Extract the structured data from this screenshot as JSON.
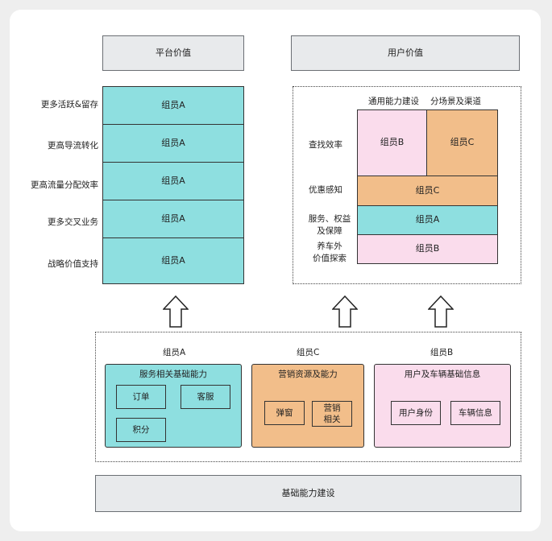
{
  "platform_header": "平台价值",
  "user_header": "用户价值",
  "platform": {
    "labels": [
      "更多活跃&留存",
      "更高导流转化",
      "更高流量分配效率",
      "更多交叉业务",
      "战略价值支持"
    ],
    "cells": [
      "组员A",
      "组员A",
      "组员A",
      "组员A",
      "组员A"
    ]
  },
  "user": {
    "col_headers": [
      "通用能力建设",
      "分场景及渠道"
    ],
    "row_labels": [
      "查找效率",
      "优惠感知",
      "服务、权益\n及保障",
      "养车外\n价值探索"
    ],
    "cell_b": "组员B",
    "cell_c": "组员C",
    "row2": "组员C",
    "row3": "组员A",
    "row4": "组员B"
  },
  "bottom": {
    "groups": [
      {
        "owner": "组员A",
        "title": "服务相关基础能力",
        "items": [
          "订单",
          "客服",
          "积分"
        ],
        "color": "#8edfe0"
      },
      {
        "owner": "组员C",
        "title": "营销资源及能力",
        "items": [
          "弹窗",
          "营销\n相关"
        ],
        "color": "#f2be8a"
      },
      {
        "owner": "组员B",
        "title": "用户及车辆基础信息",
        "items": [
          "用户身份",
          "车辆信息"
        ],
        "color": "#fadcec"
      }
    ]
  },
  "foundation": "基础能力建设"
}
